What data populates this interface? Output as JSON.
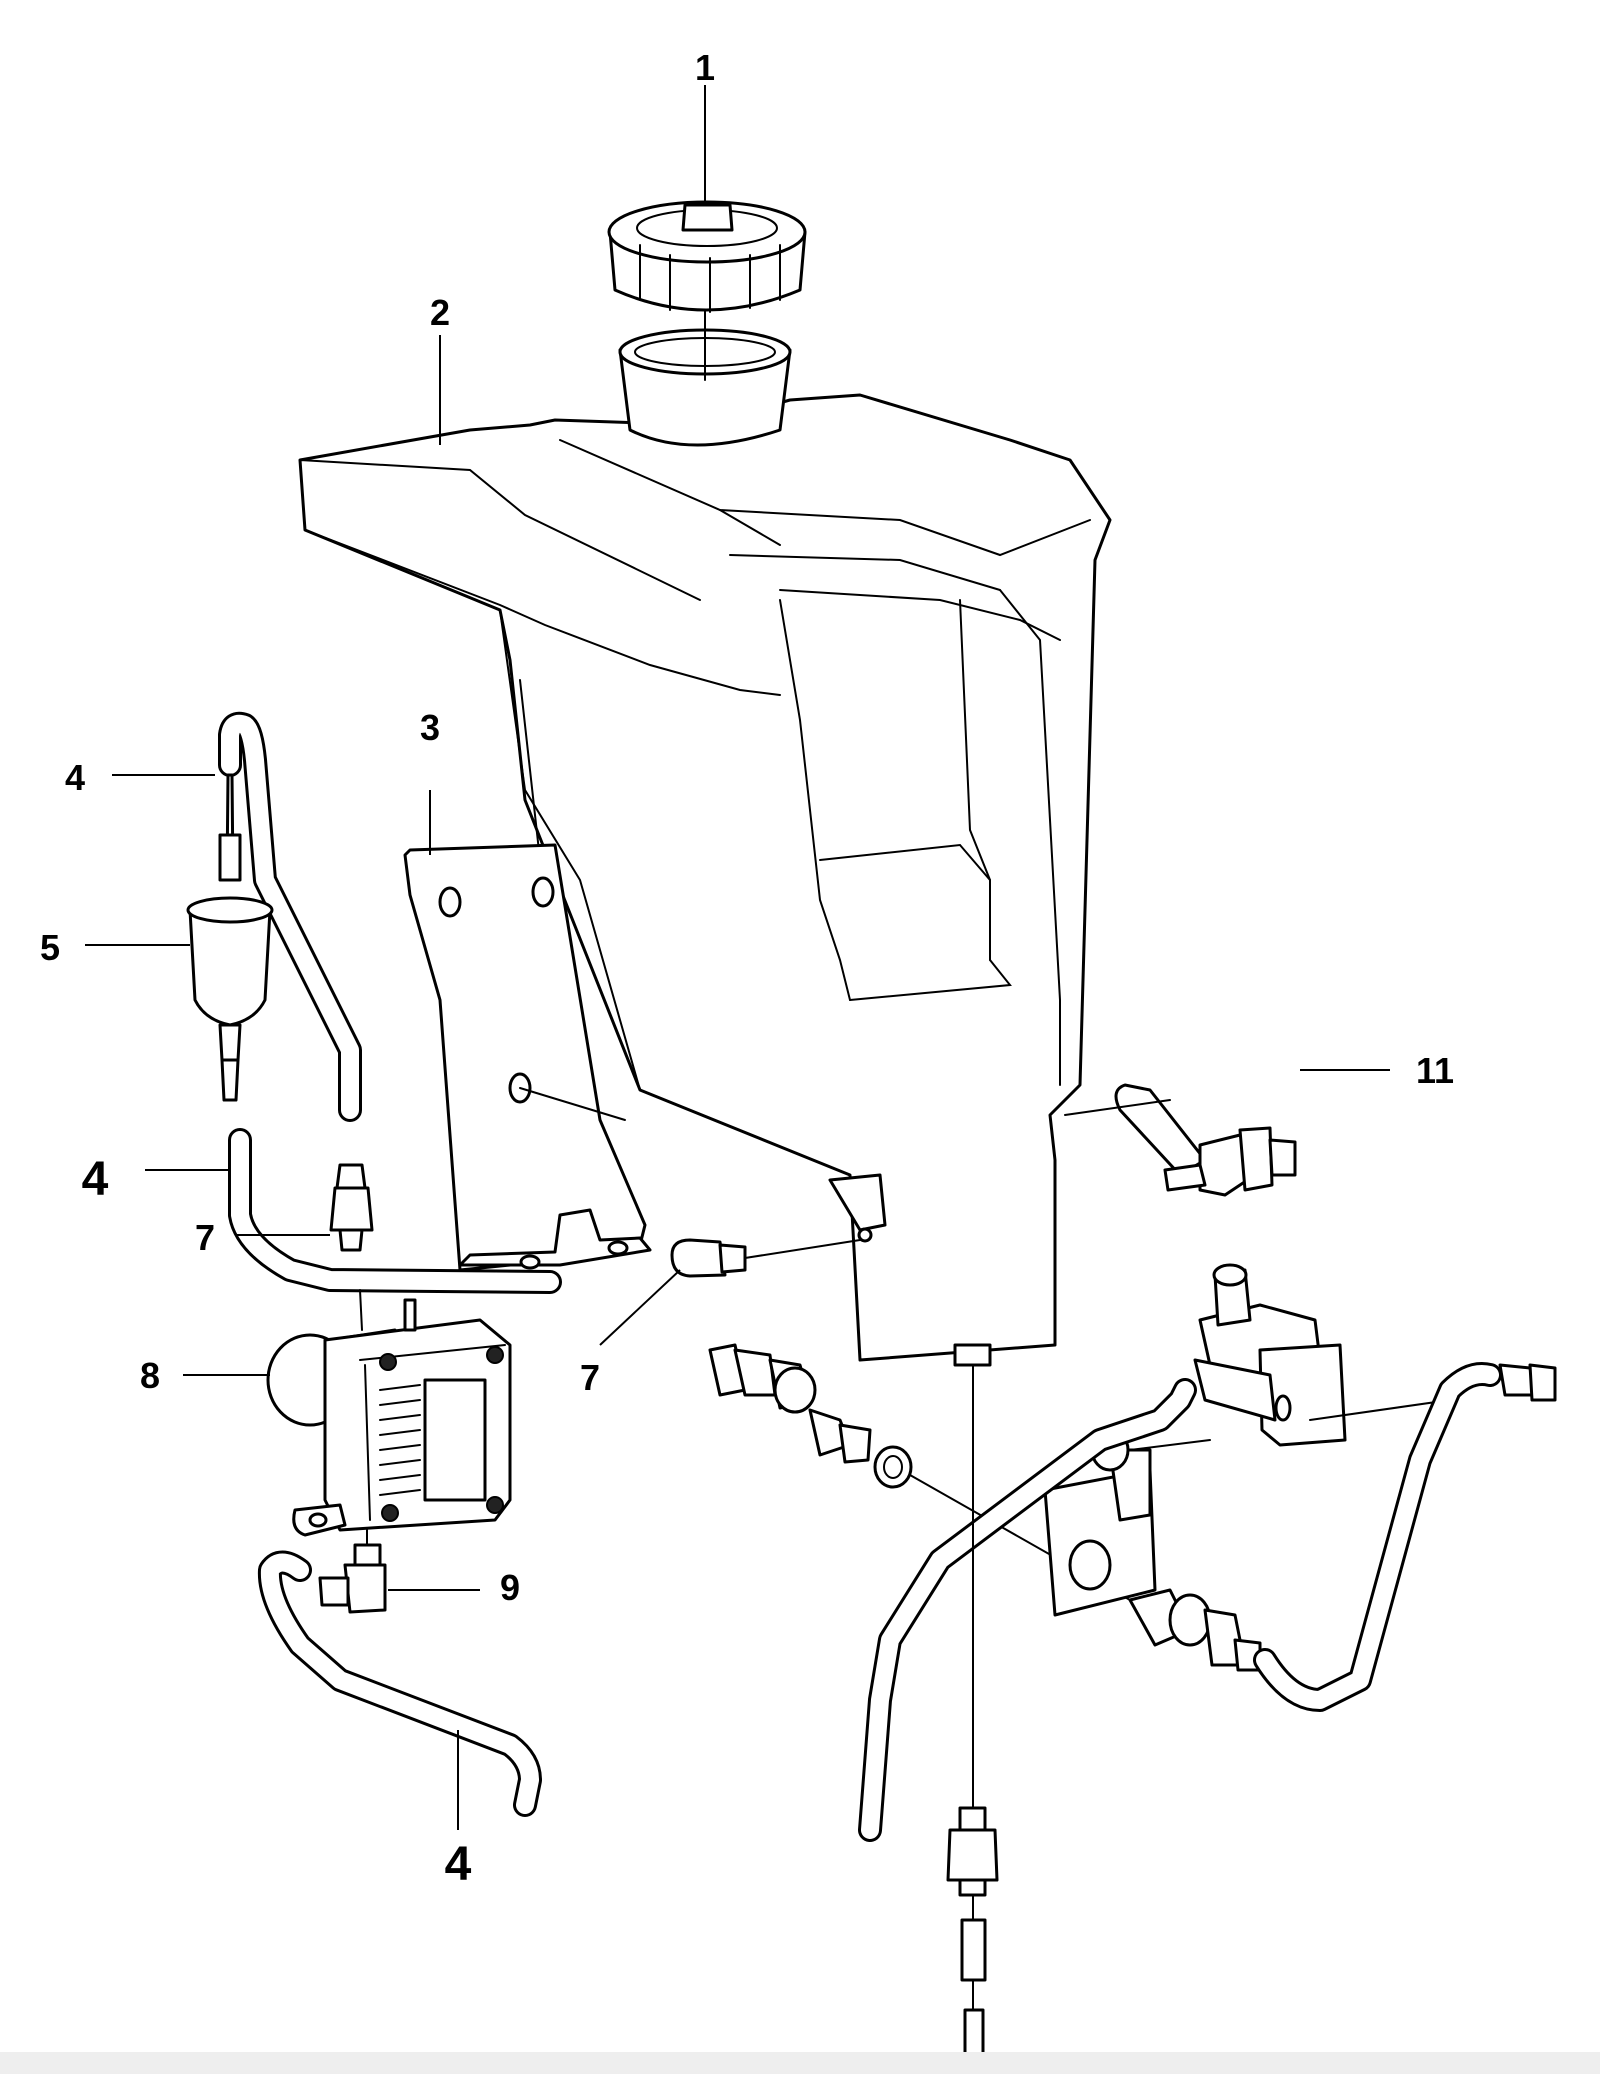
{
  "callouts": [
    {
      "id": "c1",
      "text": "1"
    },
    {
      "id": "c2",
      "text": "2"
    },
    {
      "id": "c3",
      "text": "3"
    },
    {
      "id": "c4a",
      "text": "4"
    },
    {
      "id": "c4b",
      "text": "4"
    },
    {
      "id": "c4c",
      "text": "4"
    },
    {
      "id": "c5",
      "text": "5"
    },
    {
      "id": "c7a",
      "text": "7"
    },
    {
      "id": "c7b",
      "text": "7"
    },
    {
      "id": "c8",
      "text": "8"
    },
    {
      "id": "c9",
      "text": "9"
    },
    {
      "id": "c11",
      "text": "11"
    }
  ],
  "parts": {
    "cap": "fuel-cap",
    "tank": "water-tank",
    "bracket": "mounting-bracket",
    "hose": "hose",
    "filter": "inline-filter",
    "fitting": "hose-fitting",
    "pump": "water-pump",
    "elbow": "elbow-fitting",
    "valve": "drain-tap"
  }
}
